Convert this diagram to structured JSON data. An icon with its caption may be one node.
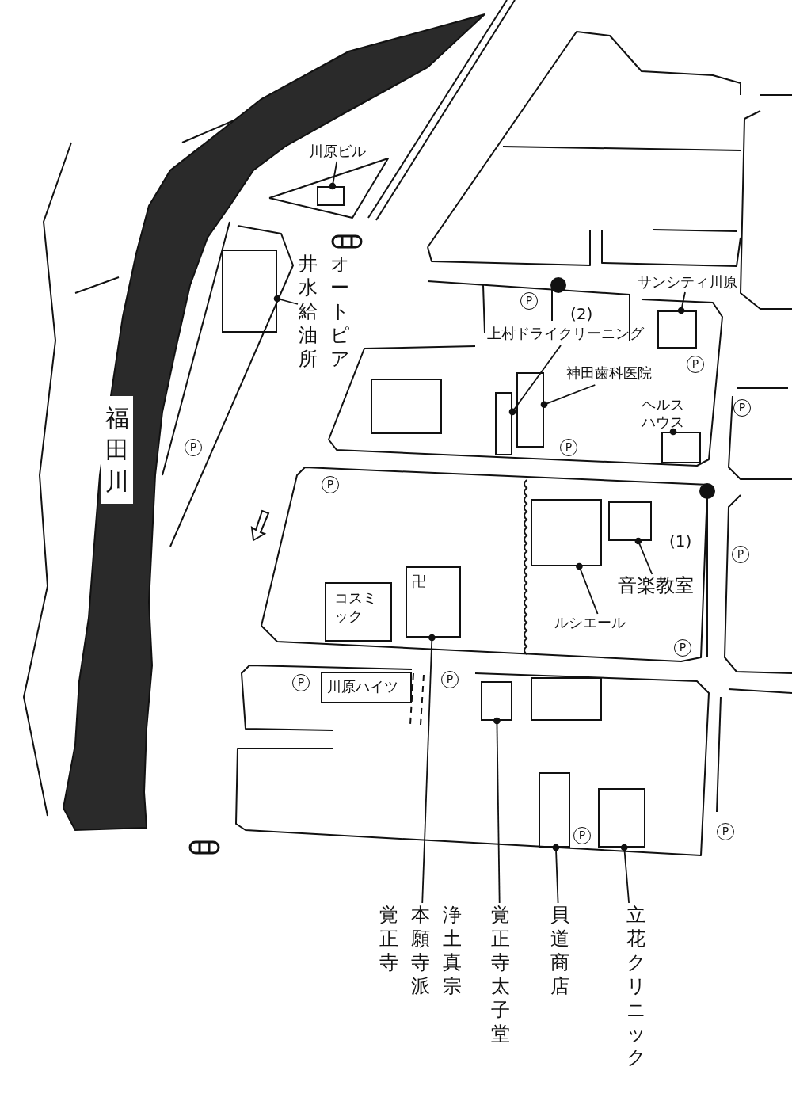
{
  "diagram": {
    "nodes": [
      {
        "text": [
          "福田川"
        ]
      },
      {
        "text": [
          "川原ビル"
        ]
      },
      {
        "text": [],
        "shape": "box"
      },
      {
        "text": [],
        "shape": "box"
      },
      {
        "text": [
          "オートピア井水給油所"
        ]
      },
      {
        "text": [
          "サンシティ川原"
        ]
      },
      {
        "text": [],
        "shape": "box"
      },
      {
        "text": [
          "上村ドライクリーニング"
        ]
      },
      {
        "text": [],
        "shape": "box"
      },
      {
        "text": [
          "神田歯科医院"
        ]
      },
      {
        "text": [],
        "shape": "box"
      },
      {
        "text": [],
        "shape": "box"
      },
      {
        "text": [
          "ヘルスハウス"
        ]
      },
      {
        "text": [],
        "shape": "box"
      },
      {
        "text": [
          "ルシエール"
        ]
      },
      {
        "text": [],
        "shape": "box"
      },
      {
        "text": [
          "音楽教室"
        ]
      },
      {
        "text": [],
        "shape": "box"
      },
      {
        "text": [
          "コスミック"
        ]
      },
      {
        "text": [
          "卍"
        ]
      },
      {
        "text": [
          "浄土真宗本願寺派覚正寺"
        ]
      },
      {
        "text": [
          "川原ハイツ"
        ]
      },
      {
        "text": [],
        "shape": "box"
      },
      {
        "text": [
          "覚正寺太子堂"
        ]
      },
      {
        "text": [],
        "shape": "box"
      },
      {
        "text": [],
        "shape": "box"
      },
      {
        "text": [
          "貝道商店"
        ]
      },
      {
        "text": [],
        "shape": "box"
      },
      {
        "text": [
          "立花クリニック"
        ]
      }
    ],
    "edges": [
      {
        "from": 1,
        "to": 2,
        "arrow": "other"
      },
      {
        "from": 4,
        "to": 3,
        "arrow": "other"
      },
      {
        "from": 5,
        "to": 6,
        "arrow": "other"
      },
      {
        "from": 7,
        "to": 8,
        "arrow": "other"
      },
      {
        "from": 9,
        "to": 10,
        "arrow": "other"
      },
      {
        "from": 12,
        "to": 13,
        "arrow": "other"
      },
      {
        "from": 14,
        "to": 15,
        "arrow": "other"
      },
      {
        "from": 16,
        "to": 17,
        "arrow": "other"
      },
      {
        "from": 20,
        "to": 19,
        "arrow": "other"
      },
      {
        "from": 23,
        "to": 22,
        "arrow": "other"
      },
      {
        "from": 26,
        "to": 25,
        "arrow": "other"
      },
      {
        "from": 28,
        "to": 27,
        "arrow": "other"
      }
    ],
    "labels": [
      "P",
      "(2)",
      "P",
      "P",
      "P",
      "P",
      "P",
      "(1)",
      "P",
      "P",
      "P",
      "P",
      "P",
      "P"
    ]
  }
}
